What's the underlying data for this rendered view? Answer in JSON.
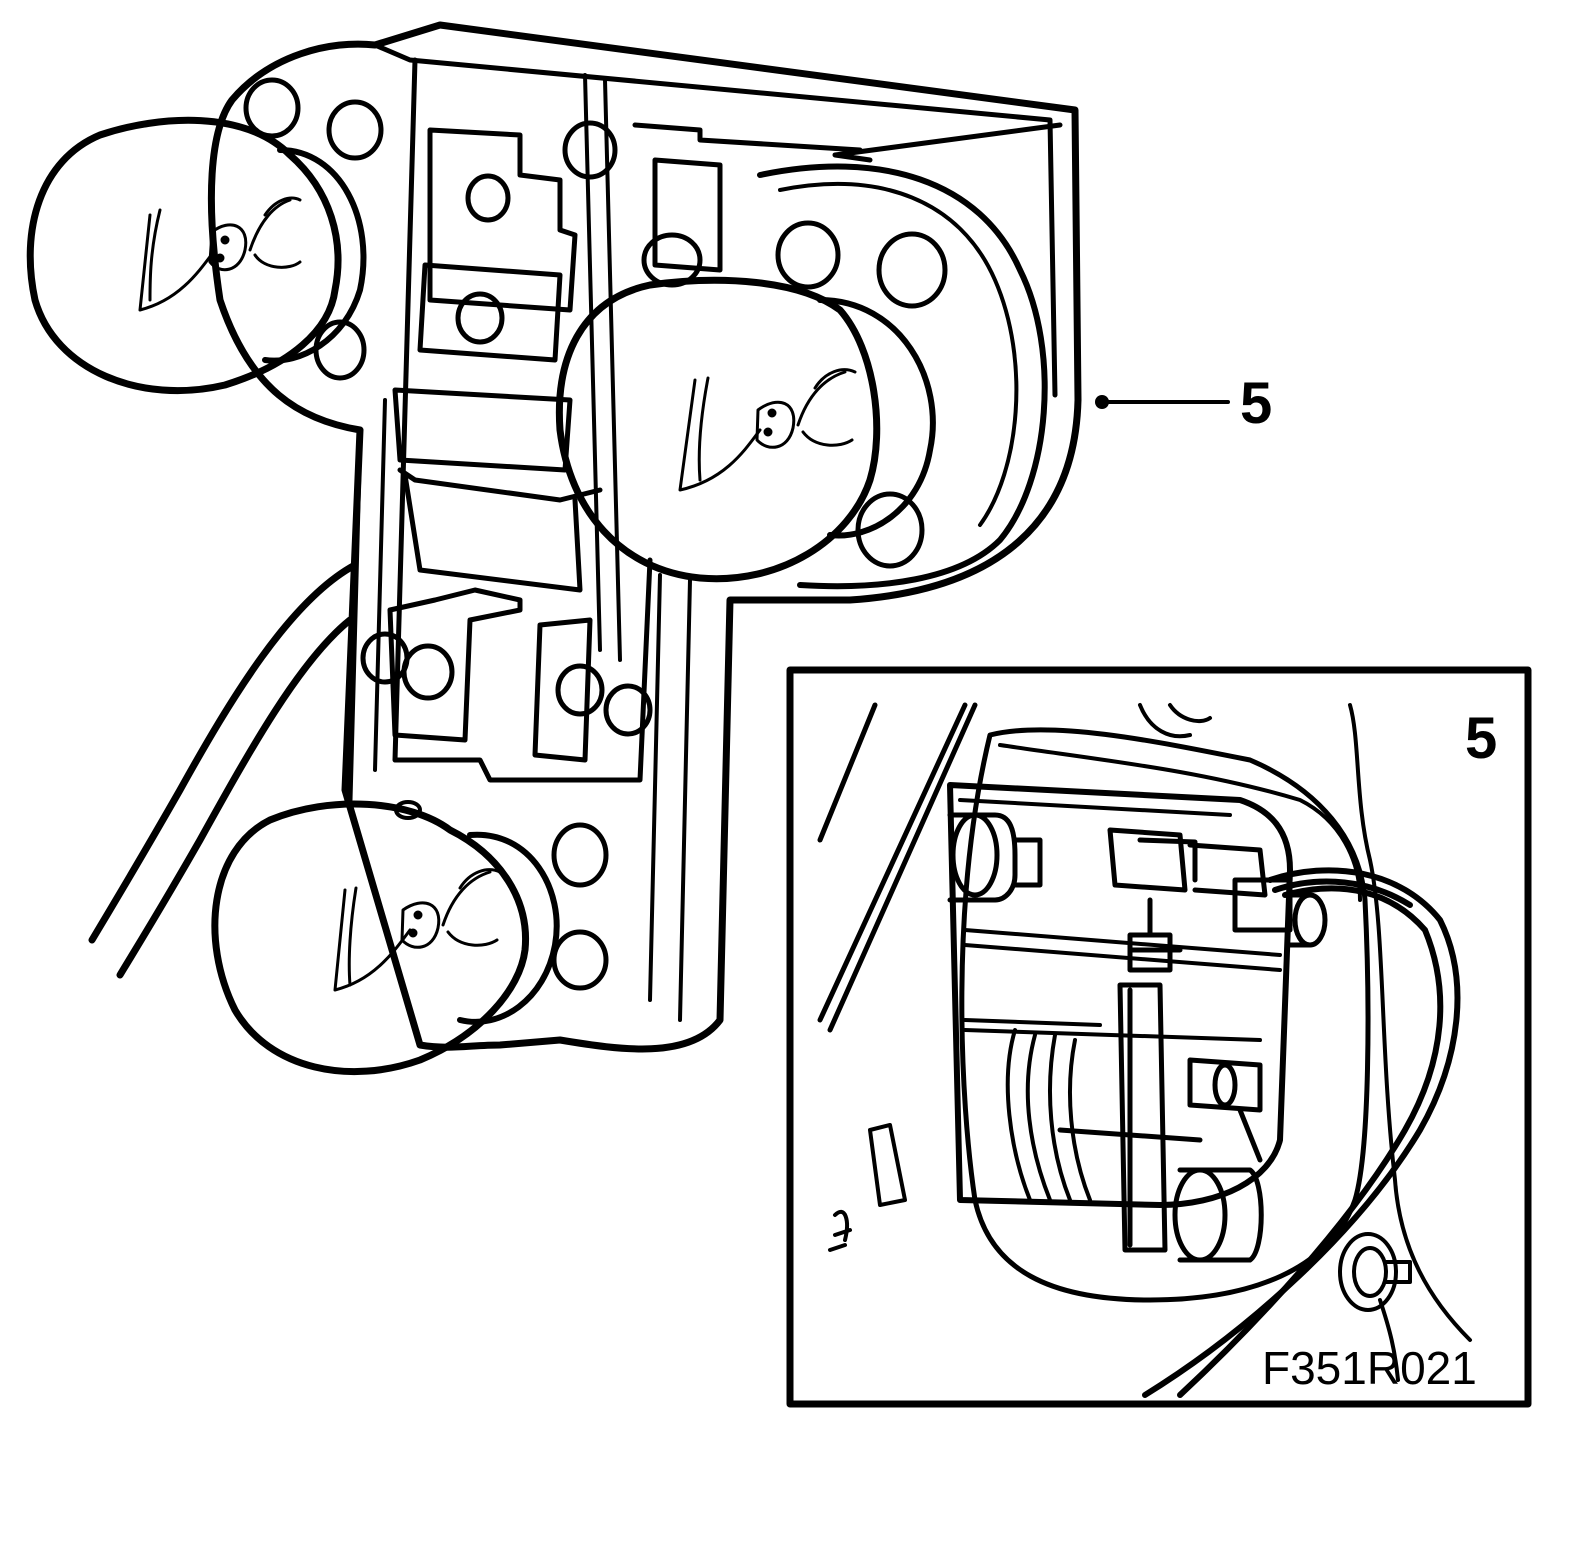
{
  "diagram": {
    "callout_main": "5",
    "callout_inset": "5",
    "figure_code": "F351R021"
  },
  "colors": {
    "stroke": "#000000",
    "paper": "#ffffff"
  }
}
